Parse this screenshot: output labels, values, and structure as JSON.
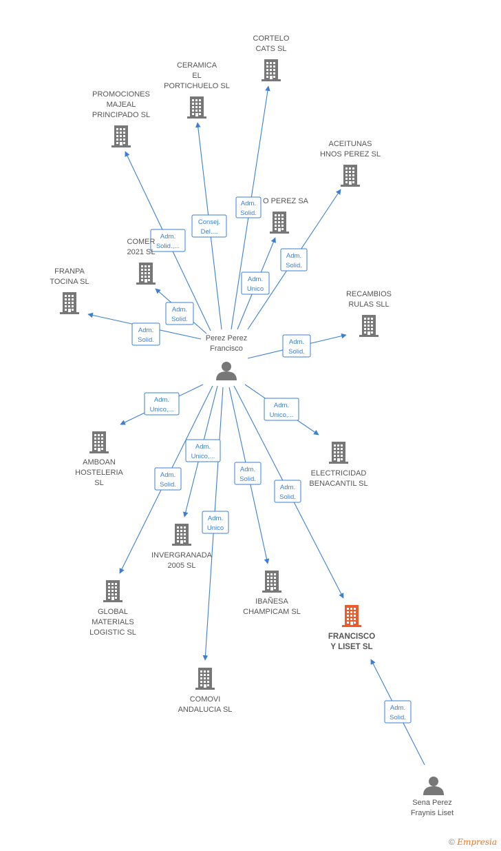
{
  "colors": {
    "edge": "#3a7fd5",
    "building": "#777777",
    "building_highlight": "#f05a28",
    "person": "#777777"
  },
  "center": {
    "name_lines": [
      "Perez Perez",
      "Francisco"
    ]
  },
  "companies": [
    {
      "id": "cortelo",
      "lines": [
        "CORTELO",
        "CATS SL"
      ]
    },
    {
      "id": "ceramica",
      "lines": [
        "CERAMICA",
        "EL",
        "PORTICHUELO SL"
      ]
    },
    {
      "id": "promociones",
      "lines": [
        "PROMOCIONES",
        "MAJEAL",
        "PRINCIPADO  SL"
      ]
    },
    {
      "id": "aceitunas",
      "lines": [
        "ACEITUNAS",
        "HNOS PEREZ SL"
      ]
    },
    {
      "id": "operez",
      "lines": [
        "O PEREZ SA"
      ]
    },
    {
      "id": "comer",
      "lines": [
        "COMER",
        "2021  SL"
      ]
    },
    {
      "id": "franpa",
      "lines": [
        "FRANPA",
        "TOCINA  SL"
      ]
    },
    {
      "id": "recambios",
      "lines": [
        "RECAMBIOS",
        "RULAS SLL"
      ]
    },
    {
      "id": "amboan",
      "lines": [
        "AMBOAN",
        "HOSTELERIA",
        "SL"
      ]
    },
    {
      "id": "electricidad",
      "lines": [
        "ELECTRICIDAD",
        "BENACANTIL SL"
      ]
    },
    {
      "id": "invergranada",
      "lines": [
        "INVERGRANADA",
        "2005  SL"
      ]
    },
    {
      "id": "global",
      "lines": [
        "GLOBAL",
        "MATERIALS",
        "LOGISTIC SL"
      ]
    },
    {
      "id": "ibanesa",
      "lines": [
        "IBAÑESA",
        "CHAMPICAM  SL"
      ]
    },
    {
      "id": "francisco",
      "lines": [
        "FRANCISCO",
        "Y LISET  SL"
      ],
      "highlight": true
    },
    {
      "id": "comovi",
      "lines": [
        "COMOVI",
        "ANDALUCIA SL"
      ]
    }
  ],
  "persons": [
    {
      "id": "sena",
      "lines": [
        "Sena Perez",
        "Fraynis Liset"
      ]
    }
  ],
  "edges": [
    {
      "to": "cortelo",
      "label": [
        "Adm.",
        "Solid."
      ]
    },
    {
      "to": "ceramica",
      "label": [
        "Consej.",
        "Del...."
      ]
    },
    {
      "to": "promociones",
      "label": [
        "Adm.",
        "Solid.,..."
      ]
    },
    {
      "to": "aceitunas",
      "label": [
        "Adm.",
        "Solid."
      ]
    },
    {
      "to": "operez",
      "label": [
        "Adm.",
        "Unico"
      ]
    },
    {
      "to": "comer",
      "label": [
        "Adm.",
        "Solid."
      ]
    },
    {
      "to": "franpa",
      "label": [
        "Adm.",
        "Solid."
      ]
    },
    {
      "to": "recambios",
      "label": [
        "Adm.",
        "Solid."
      ]
    },
    {
      "to": "amboan",
      "label": [
        "Adm.",
        "Unico,..."
      ]
    },
    {
      "to": "electricidad",
      "label": [
        "Adm.",
        "Unico,..."
      ]
    },
    {
      "to": "invergranada",
      "label": [
        "Adm.",
        "Unico,..."
      ]
    },
    {
      "to": "global",
      "label": [
        "Adm.",
        "Solid."
      ]
    },
    {
      "to": "comovi",
      "label": [
        "Adm.",
        "Unico"
      ]
    },
    {
      "to": "ibanesa",
      "label": [
        "Adm.",
        "Solid."
      ]
    },
    {
      "to": "francisco",
      "label": [
        "Adm.",
        "Solid."
      ]
    },
    {
      "from": "sena",
      "to": "francisco",
      "label": [
        "Adm.",
        "Solid."
      ]
    }
  ],
  "credit": {
    "symbol": "©",
    "brand": "Empresia"
  }
}
